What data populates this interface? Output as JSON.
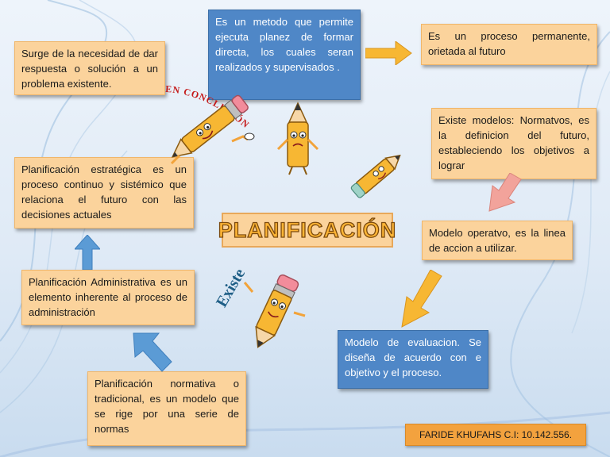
{
  "slide": {
    "title": "PLANIFICACIÓN",
    "author": "FARIDE KHUFAHS C.I: 10.142.556.",
    "annotations": {
      "conclusion": "EN CONCLUSIÓN",
      "existe": "Existe"
    },
    "boxes": {
      "surge": "Surge de la necesidad de dar respuesta o solución a un problema existente.",
      "metodo": "Es un metodo que permite ejecuta planez de formar directa, los cuales seran realizados y supervisados .",
      "proceso": "Es un proceso permanente, orietada al futuro",
      "modelos": "Existe modelos: Normatvos, es la definicion del futuro, estableciendo los objetivos a lograr",
      "estrategica": "Planificación estratégica es un proceso continuo y sistémico que relaciona el futuro con las decisiones actuales",
      "operativo": "Modelo operatvo, es la linea de accion a utilizar.",
      "administrativa": "Planificación Administrativa es un elemento inherente al proceso de administración",
      "evaluacion": "Modelo de evaluacion. Se diseña de acuerdo con e objetivo y el proceso.",
      "normativa": "Planificación normativa o tradicional, es un modelo que se rige por una serie de normas"
    },
    "colors": {
      "orange_box": "#fbd39c",
      "blue_box": "#4f87c7",
      "yellow_arrow": "#f7b733",
      "pink_arrow": "#f2a39b",
      "blue_arrow": "#5b9bd5"
    }
  }
}
